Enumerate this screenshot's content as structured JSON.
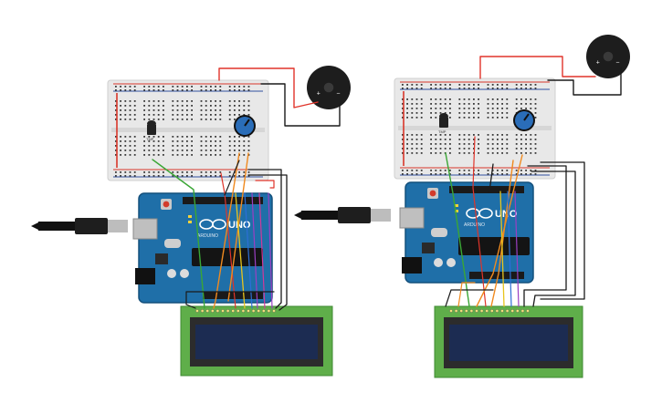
{
  "canvas": {
    "background": "#ffffff"
  },
  "colors": {
    "breadboard": "#e8e8e8",
    "breadboard_hole": "#3a3a3a",
    "rail_red": "#d9362a",
    "rail_blue": "#2f4fa0",
    "arduino": "#1f6fa8",
    "arduino_dark": "#14507c",
    "lcd_pcb": "#5fae4a",
    "lcd_screen": "#1c2c52",
    "buzzer": "#1d1d1d",
    "pot": "#2a6db8",
    "wire_red": "#e0342a",
    "wire_black": "#1a1a1a",
    "wire_green": "#3aa635",
    "wire_orange": "#f08a1f",
    "wire_yellow": "#e8c51d",
    "wire_purple": "#9b3fc2",
    "wire_blue": "#2d6fd6",
    "wire_pink": "#d0399a",
    "usb": "#111111"
  },
  "circuits": [
    {
      "id": "circuit-left",
      "arduino": {
        "brand_text": "ARDUINO",
        "model_text": "UNO"
      },
      "sensor": {
        "label": "TMP"
      },
      "buzzer": {
        "plus": "+",
        "minus": "−"
      }
    },
    {
      "id": "circuit-right",
      "arduino": {
        "brand_text": "ARDUINO",
        "model_text": "UNO"
      },
      "sensor": {
        "label": "TMP"
      },
      "buzzer": {
        "plus": "+",
        "minus": "−"
      }
    }
  ],
  "icons": [
    "usb-plug-icon",
    "arduino-logo-icon",
    "buzzer-icon",
    "potentiometer-icon",
    "temperature-sensor-icon",
    "lcd-icon"
  ]
}
